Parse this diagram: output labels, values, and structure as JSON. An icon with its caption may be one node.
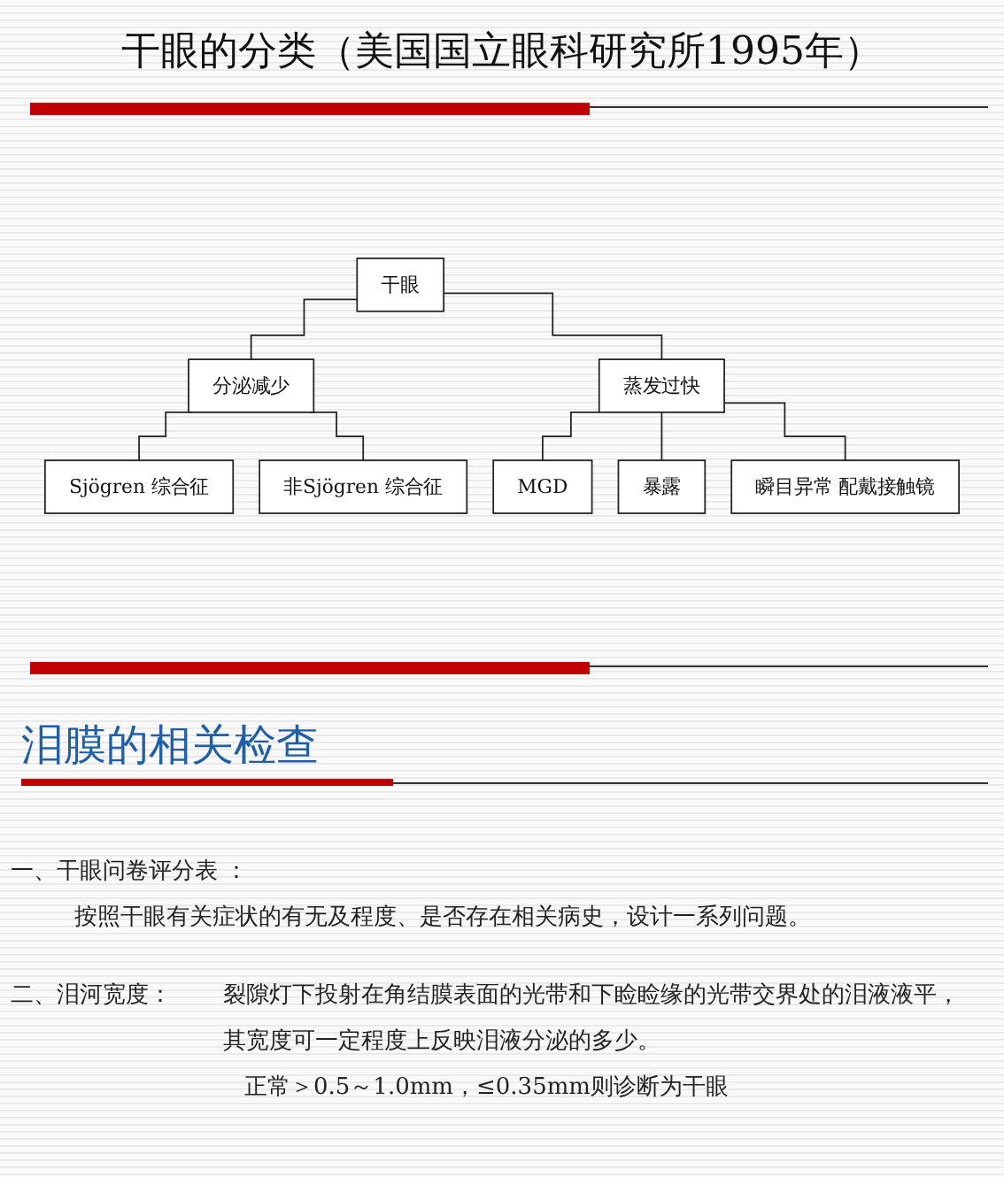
{
  "diagram": {
    "title": "干眼的分类（美国国立眼科研究所1995年）",
    "nodes": [
      {
        "text": [
          "干眼"
        ]
      },
      {
        "text": [
          "分泌减少"
        ]
      },
      {
        "text": [
          "蒸发过快"
        ]
      },
      {
        "text": [
          "Sjögren 综合征"
        ]
      },
      {
        "text": [
          "非Sjögren 综合征"
        ]
      },
      {
        "text": [
          "MGD"
        ]
      },
      {
        "text": [
          "暴露"
        ]
      },
      {
        "text": [
          "瞬目异常 配戴接触镜"
        ]
      }
    ],
    "edges": [
      {
        "from": 0,
        "to": 1,
        "arrow": "none"
      },
      {
        "from": 0,
        "to": 2,
        "arrow": "none"
      },
      {
        "from": 1,
        "to": 3,
        "arrow": "none"
      },
      {
        "from": 1,
        "to": 4,
        "arrow": "none"
      },
      {
        "from": 2,
        "to": 5,
        "arrow": "none"
      },
      {
        "from": 2,
        "to": 6,
        "arrow": "none"
      },
      {
        "from": 2,
        "to": 7,
        "arrow": "none"
      }
    ],
    "labels": [
      "泪膜的相关检查",
      "一、干眼问卷评分表 ：",
      "按照干眼有关症状的有无及程度、是否存在相关病史，设计一系列问题。",
      "二、泪河宽度：",
      "裂隙灯下投射在角结膜表面的光带和下睑睑缘的光带交界处的泪液液平，其宽度可一定程度上反映泪液分泌的多少。",
      "正常＞0.5～1.0mm，≤0.35mm则诊断为干眼"
    ]
  }
}
